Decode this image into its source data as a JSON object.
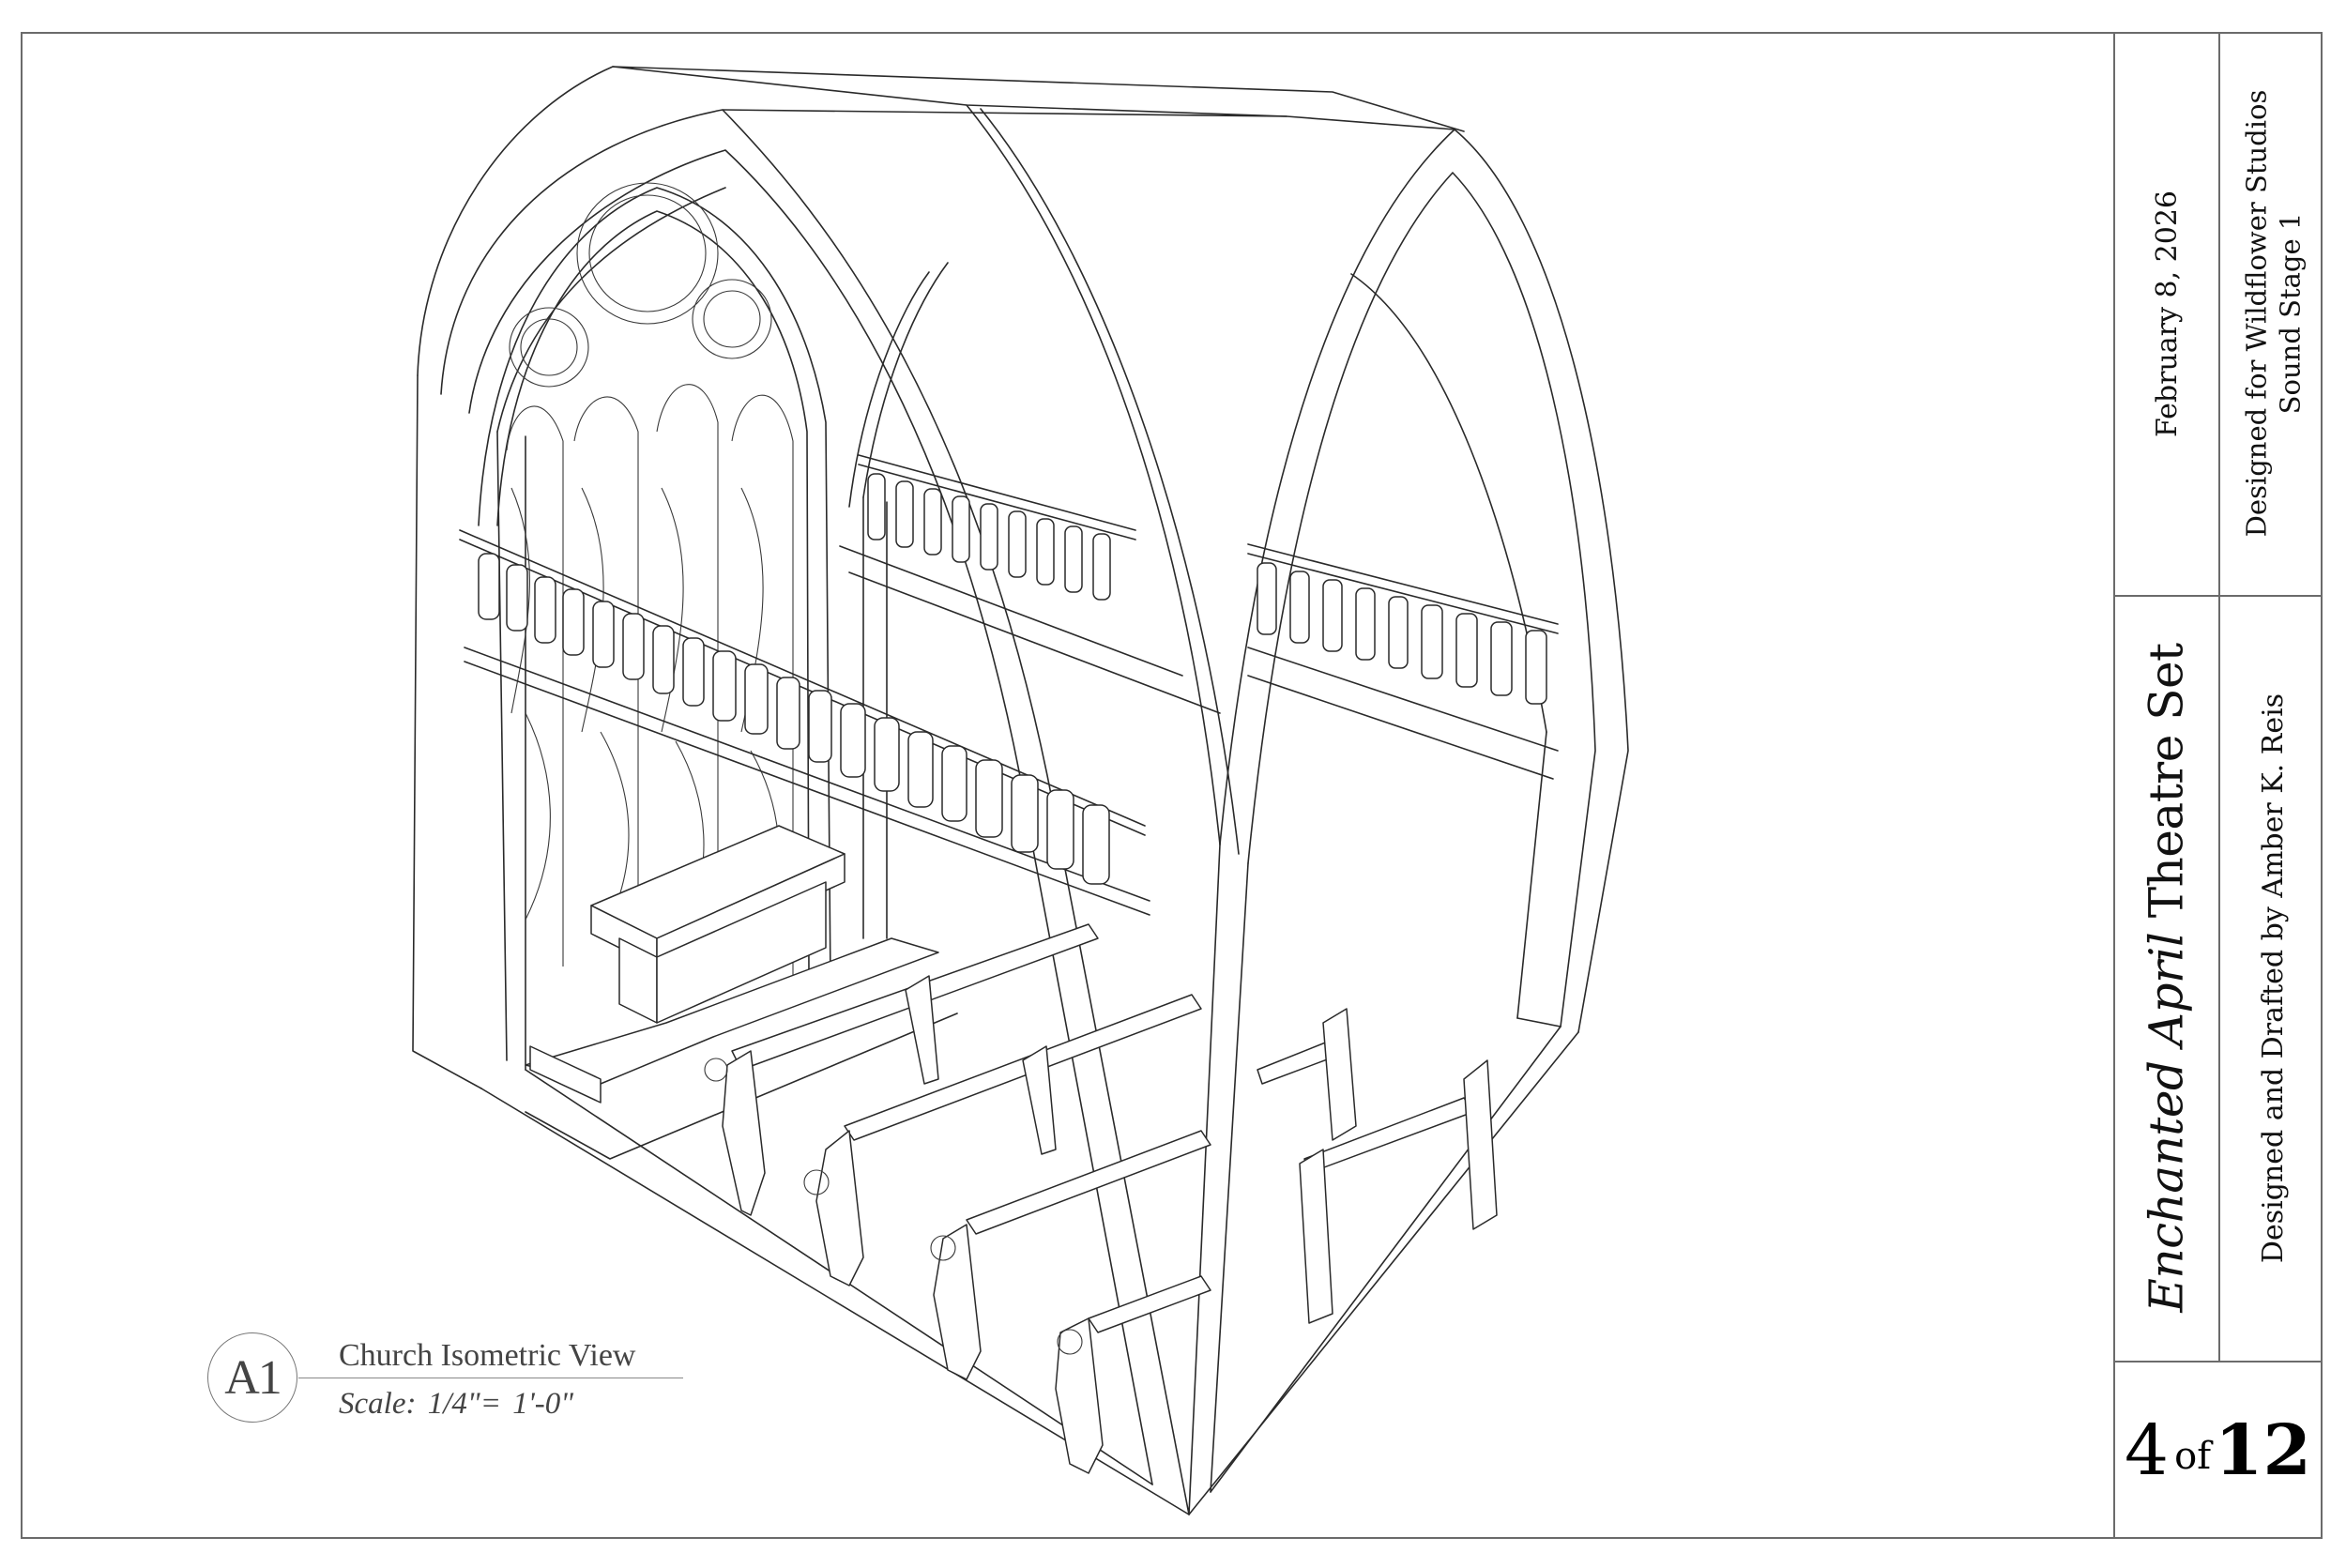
{
  "sheet": {
    "background": "#ffffff",
    "line_color": "#6b6b6b"
  },
  "drawing": {
    "subject": "Church interior isometric cutaway — pointed gothic arches, stained glass tracery window, balustrade balconies, altar on stepped platform, six pews"
  },
  "view_label": {
    "id": "A1",
    "title": "Church Isometric View",
    "scale": "Scale:  1/4\"= 1'-0\""
  },
  "title_block": {
    "date": "February 8, 2026",
    "client_line1": "Designed for Wildflower Studios",
    "client_line2": "Sound Stage 1",
    "project_title_italic": "Enchanted April",
    "project_title_rest": " Theatre Set",
    "drafter": "Designed and Drafted by Amber K. Reis",
    "sheet_current": "4",
    "sheet_of": "of",
    "sheet_total": "12"
  }
}
